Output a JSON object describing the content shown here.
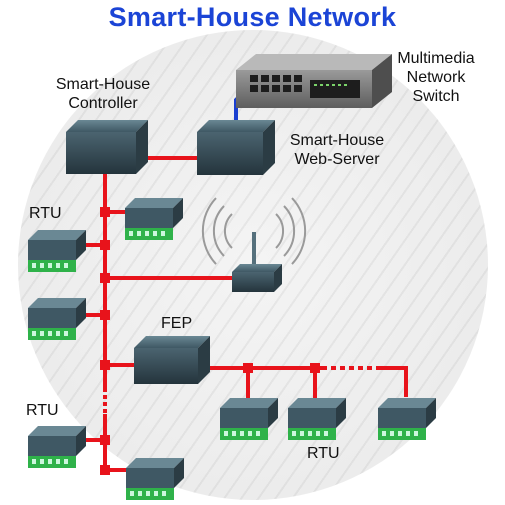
{
  "title": "Smart-House Network",
  "labels": {
    "controller": [
      "Smart-House",
      "Controller"
    ],
    "webserver": [
      "Smart-House",
      "Web-Server"
    ],
    "switch": [
      "Multimedia",
      "Network",
      "Switch"
    ],
    "rtu_top": "RTU",
    "rtu_left": "RTU",
    "rtu_bottom": "RTU",
    "fep": "FEP"
  },
  "colors": {
    "title": "#1b44d6",
    "bus": "#e8131b",
    "device": "#3d5560",
    "terminal": "#2fb24a",
    "uplink": "#1a3fd0"
  }
}
